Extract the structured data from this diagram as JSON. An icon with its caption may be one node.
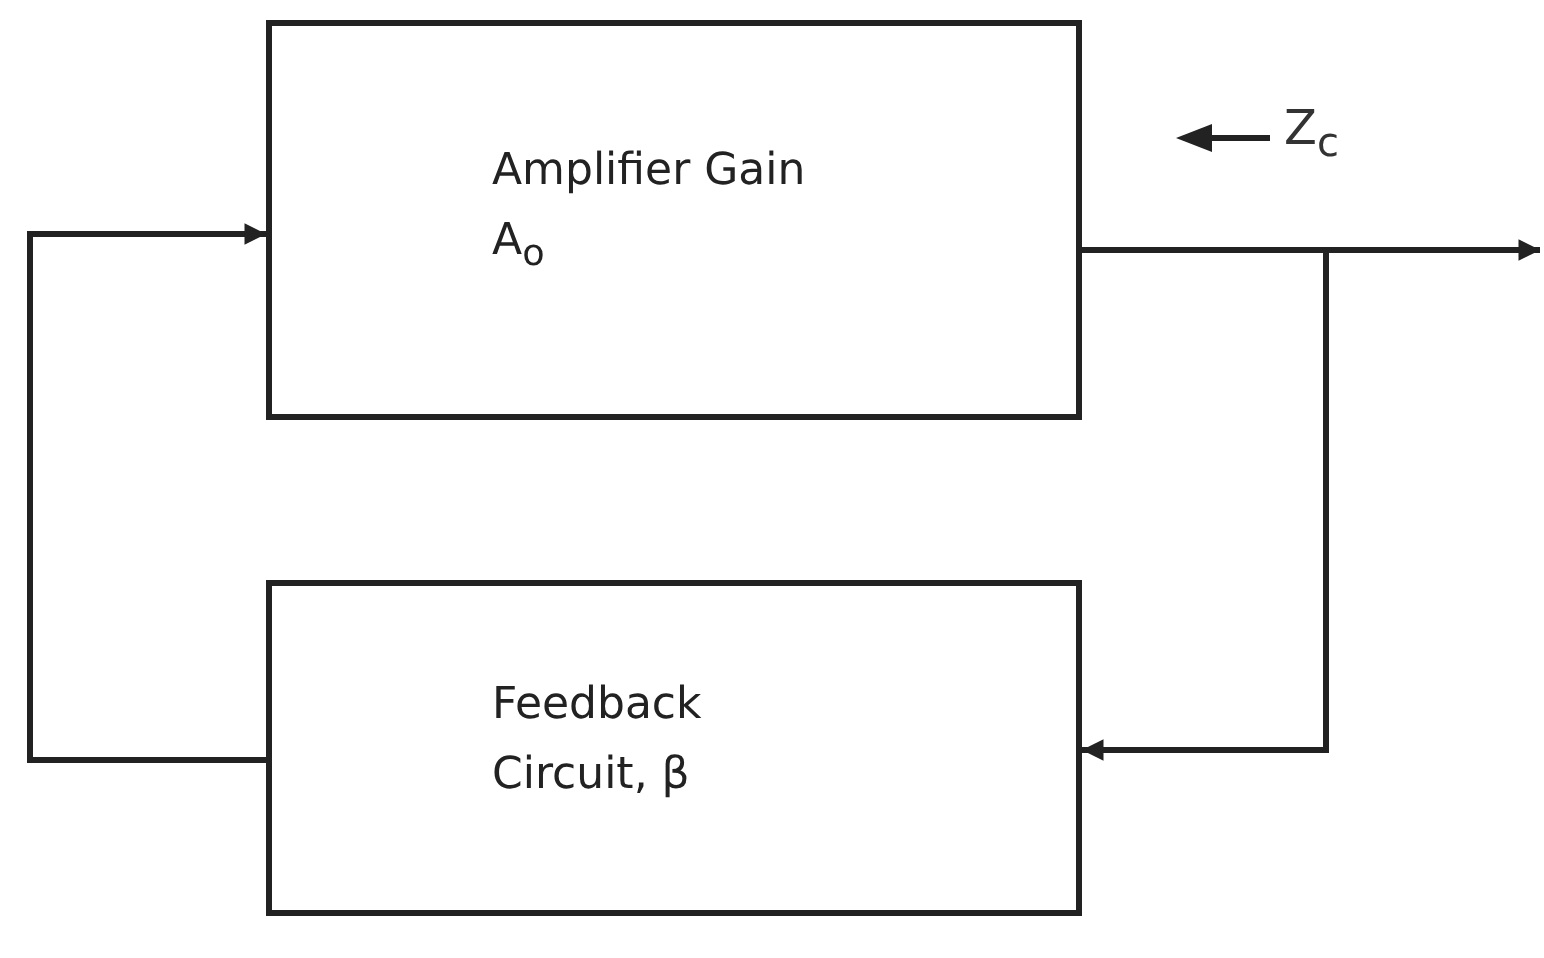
{
  "diagram": {
    "nodes": [
      {
        "text": [
          "Amplifier Gain A$_{o}$"
        ]
      },
      {
        "text": [
          "Feedback Circuit, β"
        ]
      }
    ],
    "edges": [
      {
        "from": 0,
        "to": null,
        "arrow": "to"
      },
      {
        "from": 0,
        "to": 1,
        "arrow": "to"
      },
      {
        "from": 1,
        "to": 0,
        "arrow": "to"
      }
    ],
    "labels": [
      "Z$_{c}$"
    ]
  }
}
